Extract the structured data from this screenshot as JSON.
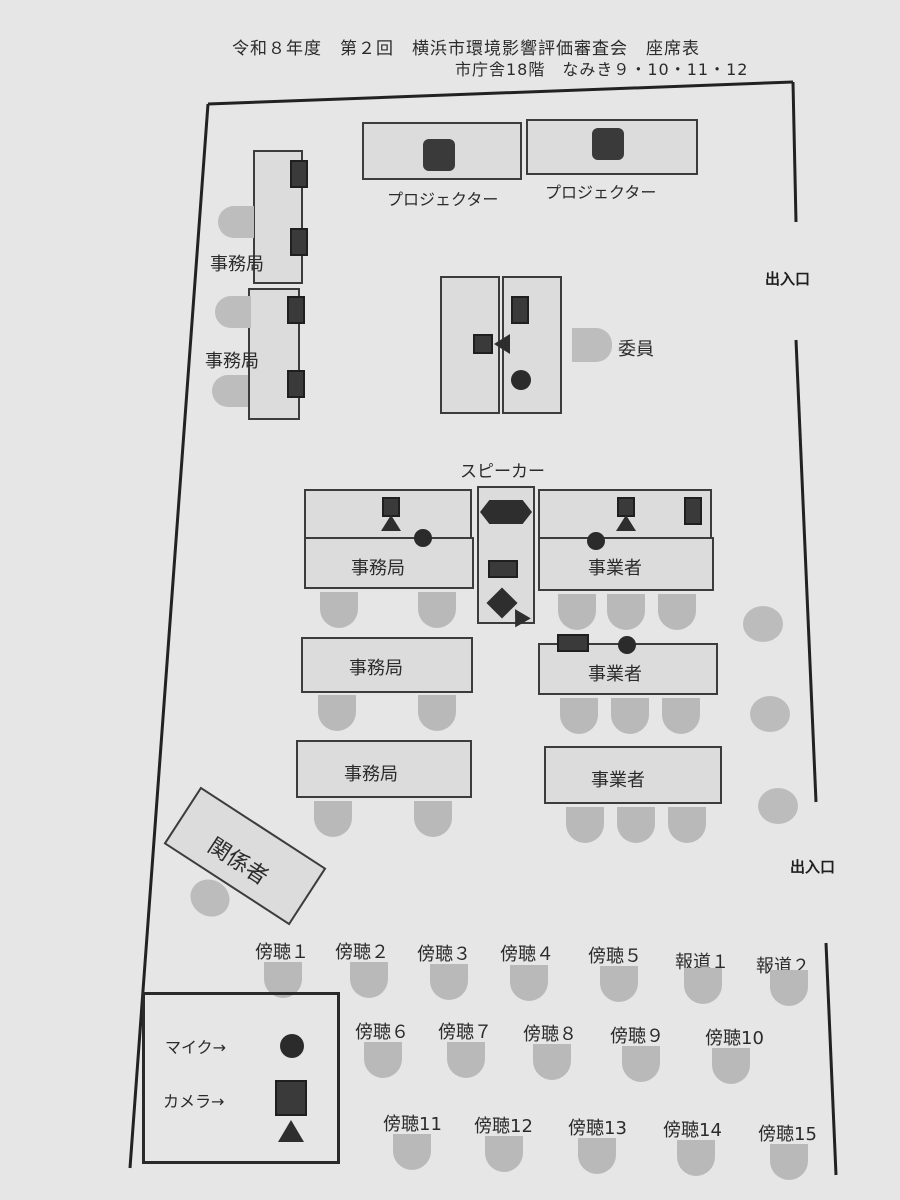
{
  "header": {
    "title": "令和８年度　第２回　横浜市環境影響評価審査会　座席表",
    "location": "市庁舎18階　なみき９・10・11・12"
  },
  "room": {
    "projectors": [
      "プロジェクター",
      "プロジェクター"
    ],
    "left_side_tables": [
      "事務局",
      "事務局"
    ],
    "committee": "委員",
    "speaker": "スピーカー",
    "left_rows": [
      "事務局",
      "事務局",
      "事務局"
    ],
    "right_rows": [
      "事業者",
      "事業者",
      "事業者"
    ],
    "related_party": "関係者",
    "entrances": [
      "出入口",
      "出入口"
    ]
  },
  "audience": {
    "row1": [
      "傍聴１",
      "傍聴２",
      "傍聴３",
      "傍聴４",
      "傍聴５",
      "報道１",
      "報道２"
    ],
    "row2": [
      "傍聴６",
      "傍聴７",
      "傍聴８",
      "傍聴９",
      "傍聴10"
    ],
    "row3": [
      "傍聴11",
      "傍聴12",
      "傍聴13",
      "傍聴14",
      "傍聴15"
    ]
  },
  "legend": {
    "mic": "マイク→",
    "camera": "カメラ→"
  }
}
